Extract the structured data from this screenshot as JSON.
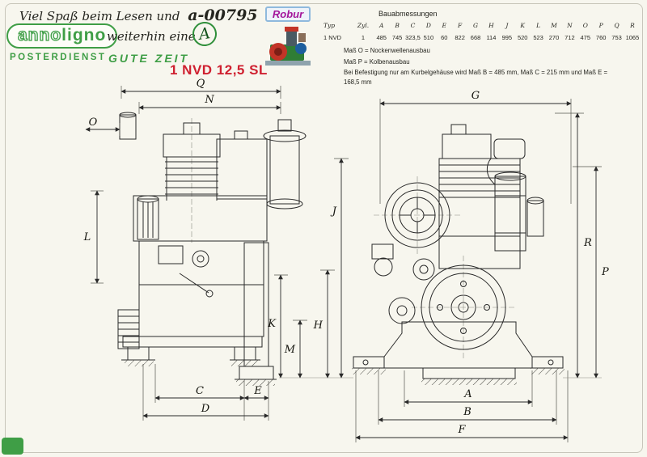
{
  "colors": {
    "green": "#3f9e46",
    "red": "#cf2030",
    "magenta": "#a4169b",
    "ink": "#25251f",
    "paper": "#f7f6ee"
  },
  "header": {
    "greeting_pre": "Viel Spaß beim Lesen und",
    "greeting_code": "a-00795",
    "greeting_line2": "weiterhin eine",
    "circled_letter": "A",
    "brand_anno": "anno",
    "brand_ligno": "ligno",
    "brand_sub": "POSTERDIENST",
    "gute_zeit": "GUTE ZEIT",
    "model": "1 NVD 12,5 SL",
    "robur": "Robur"
  },
  "table": {
    "title": "Bauabmessungen",
    "columns": [
      "Typ",
      "Zyl.",
      "A",
      "B",
      "C",
      "D",
      "E",
      "F",
      "G",
      "H",
      "J",
      "K",
      "L",
      "M",
      "N",
      "O",
      "P",
      "Q",
      "R"
    ],
    "row": [
      "1 NVD",
      "1",
      "485",
      "745",
      "323,5",
      "510",
      "60",
      "822",
      "668",
      "114",
      "995",
      "520",
      "523",
      "270",
      "712",
      "475",
      "760",
      "753",
      "1065"
    ]
  },
  "notes": {
    "line1": "Maß O  =  Nockenwellenausbau",
    "line2": "Maß P  =  Kolbenausbau",
    "line3": "Bei Befestigung nur am Kurbelgehäuse wird Maß B = 485 mm, Maß C = 215 mm und Maß E = 168,5 mm"
  },
  "dims": {
    "Q": "Q",
    "N": "N",
    "O": "O",
    "L": "L",
    "K": "K",
    "M": "M",
    "H": "H",
    "J": "J",
    "C": "C",
    "E": "E",
    "D": "D",
    "G": "G",
    "R": "R",
    "P": "P",
    "A": "A",
    "B": "B",
    "F": "F"
  }
}
